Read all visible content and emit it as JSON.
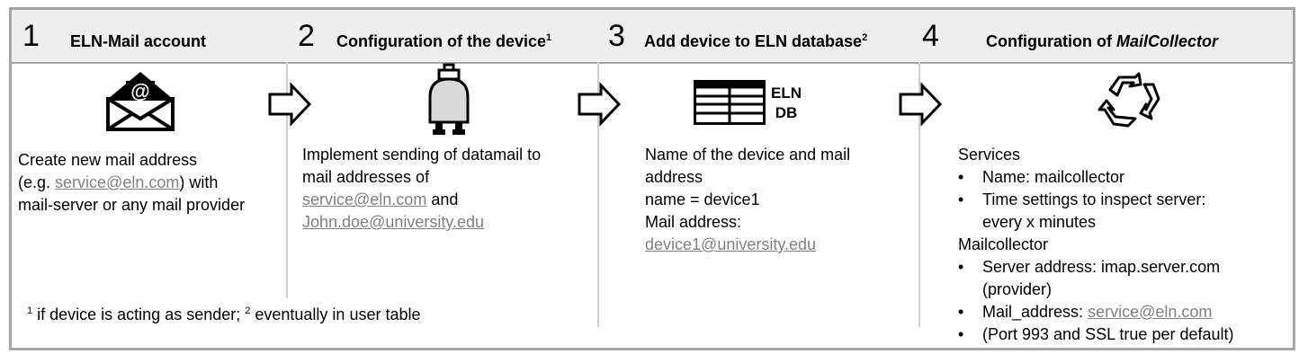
{
  "steps": [
    {
      "num": "1",
      "title": "ELN-Mail account"
    },
    {
      "num": "2",
      "title": "Configuration of the device",
      "sup": "1"
    },
    {
      "num": "3",
      "title": "Add device to ELN database",
      "sup": "2"
    },
    {
      "num": "4",
      "title_prefix": "Configuration of ",
      "title_italic": "MailCollector"
    }
  ],
  "col1": {
    "line1": "Create new mail address",
    "line2_pre": "(e.g. ",
    "link": "service@eln.com",
    "line2_post": ") with",
    "line3": "mail-server or any mail provider",
    "icon_text": "@"
  },
  "col2": {
    "line1": "Implement sending of datamail to",
    "line2": "mail addresses of",
    "link1": "service@eln.com",
    "and": " and",
    "link2": "John.doe@university.edu"
  },
  "col3": {
    "line1": "Name of the device and mail",
    "line2": "address",
    "line3": "name = device1",
    "line4": "Mail address:",
    "link": "device1@university.edu",
    "db_label1": "ELN",
    "db_label2": "DB"
  },
  "col4": {
    "services": "Services",
    "s1": "Name: mailcollector",
    "s2a": "Time settings to inspect server:",
    "s2b": "every x minutes",
    "mailcollector": "Mailcollector",
    "m1a": "Server address: imap.server.com",
    "m1b": "(provider)",
    "m2_pre": "Mail_address: ",
    "m2_link": "service@eln.com",
    "m3": "(Port 993 and SSL true per default)"
  },
  "footnote": {
    "sup1": "1",
    "text1": " if device is acting as sender; ",
    "sup2": "2",
    "text2": " eventually in user table"
  }
}
